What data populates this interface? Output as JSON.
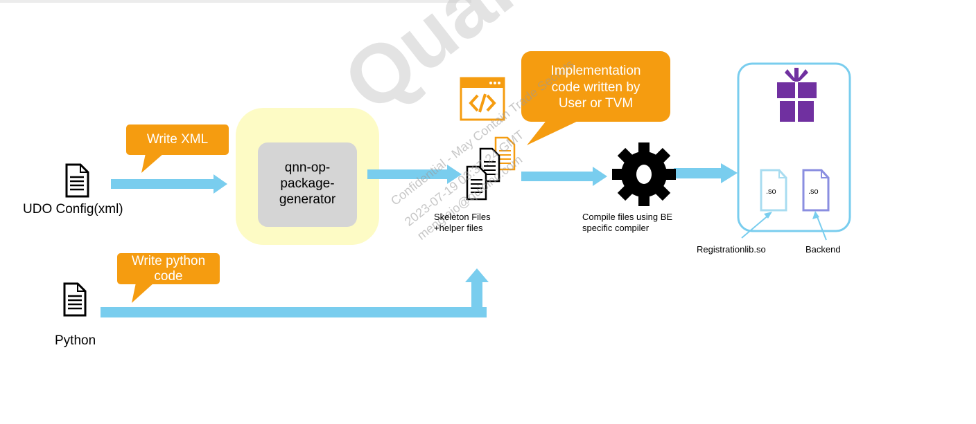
{
  "diagram": {
    "udo_config_label": "UDO Config(xml)",
    "python_label": "Python",
    "write_xml_label": "Write XML",
    "write_python_label": "Write python code",
    "generator_label": "qnn-op-package-generator",
    "generator_lines": [
      "qnn-op-",
      "package-",
      "generator"
    ],
    "skeleton_label_1": "Skeleton Files",
    "skeleton_label_2": "+helper files",
    "implementation_lines": [
      "Implementation",
      "code written by",
      "User or TVM"
    ],
    "compile_label_1": "Compile files using BE",
    "compile_label_2": "specific compiler",
    "so_label_1": ".so",
    "so_label_2": ".so",
    "registration_label": "Registrationlib.so",
    "backend_label": "Backend",
    "code_icon_text": "</>"
  },
  "watermark": {
    "big": "Qualcomm",
    "line1": "Confidential - May Contain Trade Secrets",
    "line2": "2023-07-19 03:37:24 GMT",
    "line3": "mengleio@quicinc.com"
  },
  "colors": {
    "arrow": "#79cdee",
    "callout_orange": "#f59c10",
    "generator_glow": "#fdfbc5",
    "generator_box": "#d5d5d5",
    "package_border": "#79cdee",
    "gift_purple": "#7030a0",
    "so_light": "#a8dcf0",
    "so_dark": "#8a8ee0"
  },
  "icons": [
    "document-icon",
    "code-window-icon",
    "gear-icon",
    "gift-icon",
    "file-stack-icon"
  ]
}
